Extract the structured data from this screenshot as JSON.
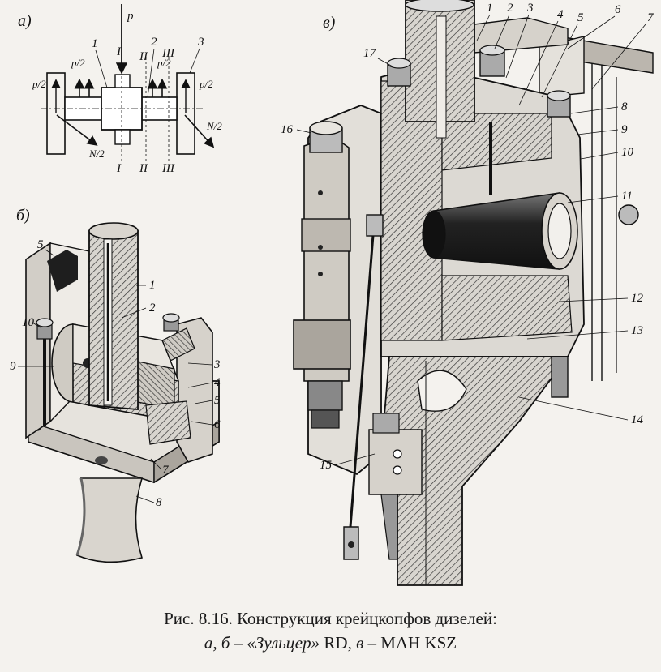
{
  "panels": {
    "a": "а)",
    "b": "б)",
    "v": "в)"
  },
  "panel_a": {
    "force_p": "p",
    "half_p": "p/2",
    "quarter_p": "p/2",
    "half_n": "N/2",
    "numbers": [
      "1",
      "2",
      "3"
    ],
    "sections": [
      "I",
      "II",
      "III"
    ]
  },
  "panel_b": {
    "numbers": [
      "1",
      "2",
      "3",
      "4",
      "5",
      "6",
      "7",
      "8",
      "9",
      "10",
      "5"
    ]
  },
  "panel_v": {
    "numbers": [
      "1",
      "2",
      "3",
      "4",
      "5",
      "6",
      "7",
      "8",
      "9",
      "10",
      "11",
      "12",
      "13",
      "14",
      "15",
      "16",
      "17"
    ]
  },
  "caption": {
    "line1": "Рис. 8.16. Конструкция крейцкопфов дизелей:",
    "line2_italic": "а, б – «Зульцер»",
    "line2_rd": " RD, ",
    "line2_v": "в",
    "line2_end": " – МАН KSZ"
  }
}
